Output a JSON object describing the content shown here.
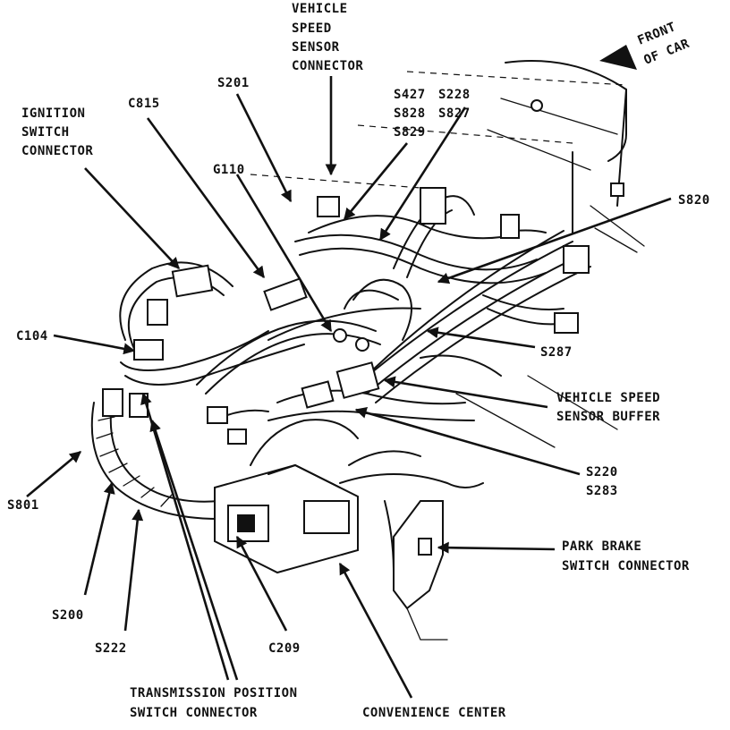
{
  "labels": {
    "vehicle_speed_sensor_connector": [
      "VEHICLE",
      "SPEED",
      "SENSOR",
      "CONNECTOR"
    ],
    "front_of_car": [
      "FRONT",
      "OF CAR"
    ],
    "s427": "S427",
    "s828": "S828",
    "s829": "S829",
    "s228": "S228",
    "s827": "S827",
    "s201": "S201",
    "c815": "C815",
    "ignition_switch_connector": [
      "IGNITION",
      "SWITCH",
      "CONNECTOR"
    ],
    "g110": "G110",
    "s820": "S820",
    "c104": "C104",
    "s287": "S287",
    "vehicle_speed_sensor_buffer": [
      "VEHICLE SPEED",
      "SENSOR BUFFER"
    ],
    "s220": "S220",
    "s283": "S283",
    "s801": "S801",
    "s200": "S200",
    "s222": "S222",
    "c209": "C209",
    "park_brake_switch_connector": [
      "PARK BRAKE",
      "SWITCH CONNECTOR"
    ],
    "transmission_position_switch_connector": [
      "TRANSMISSION POSITION",
      "SWITCH CONNECTOR"
    ],
    "convenience_center": "CONVENIENCE CENTER"
  }
}
